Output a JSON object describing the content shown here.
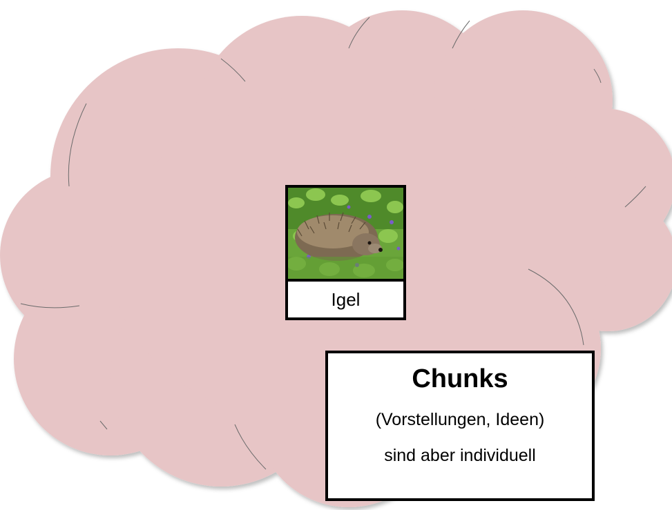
{
  "colors": {
    "cloud_fill": "#e7c5c6",
    "cloud_stroke": "#6b6b6b",
    "border": "#000000"
  },
  "card": {
    "image_icon": "hedgehog-photo",
    "caption": "Igel"
  },
  "info_box": {
    "title": "Chunks",
    "line1": "(Vorstellungen, Ideen)",
    "line2": "sind aber individuell"
  }
}
